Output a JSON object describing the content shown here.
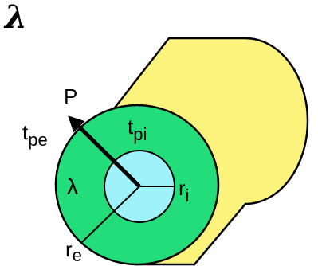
{
  "colors": {
    "cylinder_body": "#fbf37c",
    "outer_annulus": "#22dd7a",
    "inner_core": "#9ff2fa",
    "outline": "#000000",
    "background": "#ffffff"
  },
  "labels": {
    "corner_symbol": "λ",
    "arrow_label": "P",
    "tpe_main": "t",
    "tpe_sub": "pe",
    "tpi_main": "t",
    "tpi_sub": "pi",
    "lambda_inner": "λ",
    "ri_main": "r",
    "ri_sub": "i",
    "re_main": "r",
    "re_sub": "e"
  }
}
